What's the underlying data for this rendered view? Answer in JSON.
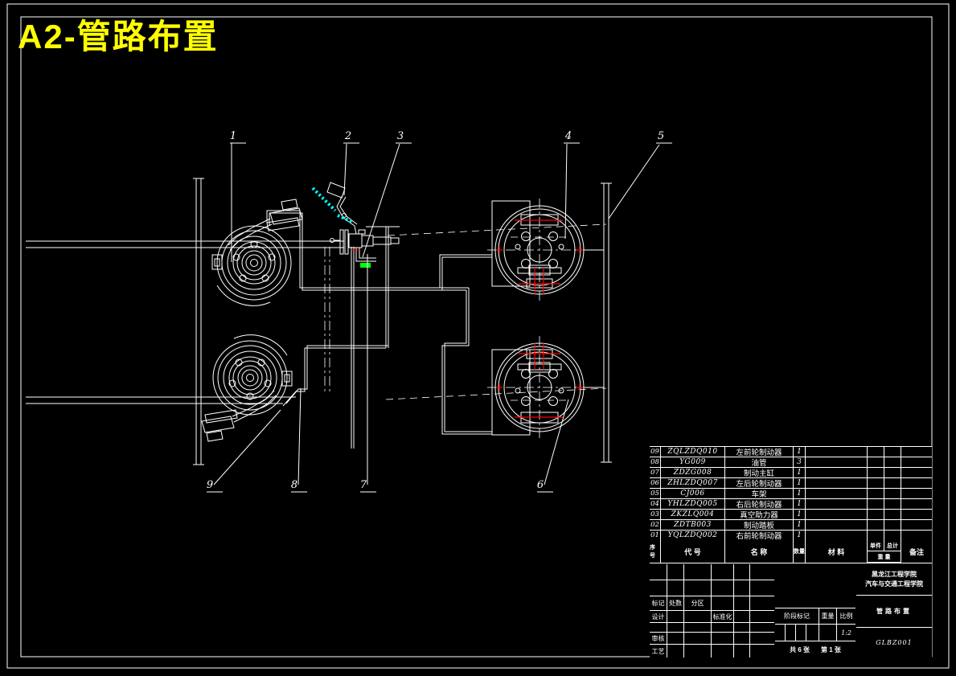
{
  "window": {
    "title": "A2-管路布置"
  },
  "colors": {
    "background": "#000000",
    "line_color": "#FFFFFF",
    "title_color": "#FFFF00",
    "highlight_red": "#FF0000",
    "highlight_green": "#00FF00",
    "pedal_hatch_cyan": "#00FFFF"
  },
  "callouts": {
    "n1": "1",
    "n2": "2",
    "n3": "3",
    "n4": "4",
    "n5": "5",
    "n6": "6",
    "n7": "7",
    "n8": "8",
    "n9": "9"
  },
  "parts_table": {
    "headers": {
      "no": "序号",
      "code": "代  号",
      "name": "名  称",
      "qty": "数量",
      "material": "材  料",
      "unit": "单件",
      "total": "总计",
      "weight": "重 量",
      "remark": "备注"
    },
    "rows": [
      {
        "no": "09",
        "code": "ZQLZDQ010",
        "name": "左前轮制动器",
        "qty": "1"
      },
      {
        "no": "08",
        "code": "YG009",
        "name": "油管",
        "qty": "3"
      },
      {
        "no": "07",
        "code": "ZDZG008",
        "name": "制动主缸",
        "qty": "1"
      },
      {
        "no": "06",
        "code": "ZHLZDQ007",
        "name": "左后轮制动器",
        "qty": "1"
      },
      {
        "no": "05",
        "code": "CJ006",
        "name": "车架",
        "qty": "1"
      },
      {
        "no": "04",
        "code": "YHLZDQ005",
        "name": "右后轮制动器",
        "qty": "1"
      },
      {
        "no": "03",
        "code": "ZKZLQ004",
        "name": "真空助力器",
        "qty": "1"
      },
      {
        "no": "02",
        "code": "ZDTB003",
        "name": "制动踏板",
        "qty": "1"
      },
      {
        "no": "01",
        "code": "YQLZDQ002",
        "name": "右前轮制动器",
        "qty": "1"
      }
    ]
  },
  "title_block": {
    "labels": {
      "mark": "标记",
      "changes": "处数",
      "zone": "分区",
      "design": "设计",
      "standardization": "标准化",
      "check": "审核",
      "process": "工艺",
      "stage_mark": "阶段标记",
      "weight": "重量",
      "scale": "比例"
    },
    "scale_value": "1:2",
    "sheet_total": "共 6 张",
    "sheet_number": "第 1 张",
    "school": "黑龙江工程学院",
    "department": "汽车与交通工程学院",
    "drawing_name": "管路布置",
    "drawing_number": "GLBZ001"
  }
}
